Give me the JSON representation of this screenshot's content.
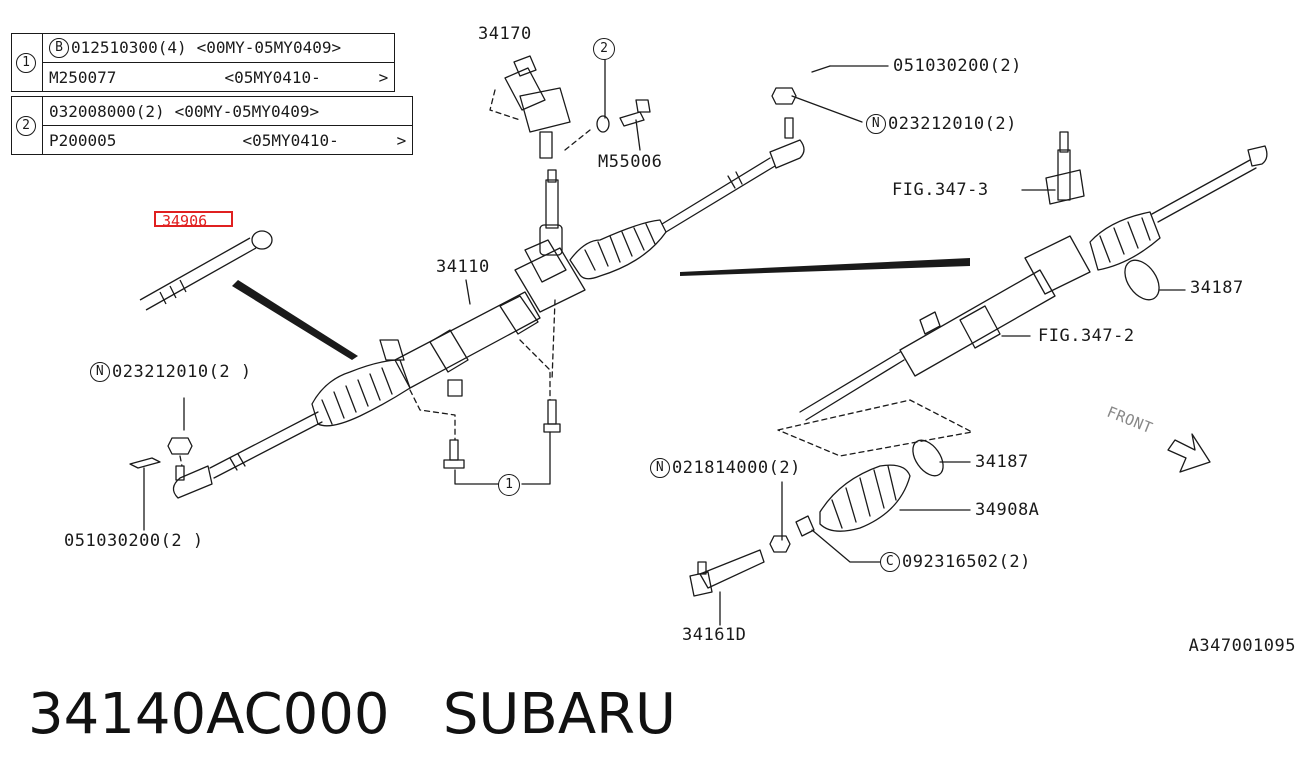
{
  "legend": [
    {
      "index": "1",
      "rows": [
        {
          "prefix": "B",
          "part": "012510300",
          "qty": "(4)",
          "range": "<00MY-05MY0409>"
        },
        {
          "prefix": "",
          "part": "M250077",
          "qty": "",
          "range": "<05MY0410-      >"
        }
      ]
    },
    {
      "index": "2",
      "rows": [
        {
          "prefix": "",
          "part": "032008000",
          "qty": "(2)",
          "range": "<00MY-05MY0409>"
        },
        {
          "prefix": "",
          "part": "P200005",
          "qty": "",
          "range": "<05MY0410-      >"
        }
      ]
    }
  ],
  "labels": {
    "p34170": "34170",
    "circle2_top": "2",
    "m55006": "M55006",
    "p051030200_top": "051030200(2)",
    "n023212010_top_prefix": "N",
    "n023212010_top": "023212010(2)",
    "highlighted_part": "34906",
    "p34110": "34110",
    "fig347_3": "FIG.347-3",
    "p34187_upper": "34187",
    "fig347_2": "FIG.347-2",
    "n023212010_left_prefix": "N",
    "n023212010_left": "023212010(2 )",
    "circle1_bottom": "1",
    "p051030200_left": "051030200(2 )",
    "n021814000_prefix": "N",
    "n021814000": "021814000(2)",
    "p34187_lower": "34187",
    "p34908a": "34908A",
    "c092316502_prefix": "C",
    "c092316502": "092316502(2)",
    "p34161d": "34161D",
    "front": "FRONT",
    "figure_id": "A347001095"
  },
  "footer": {
    "part_number": "34140AC000",
    "brand": "SUBARU"
  },
  "colors": {
    "ink": "#1a1a1a",
    "highlight": "#e02020",
    "background": "#ffffff"
  }
}
